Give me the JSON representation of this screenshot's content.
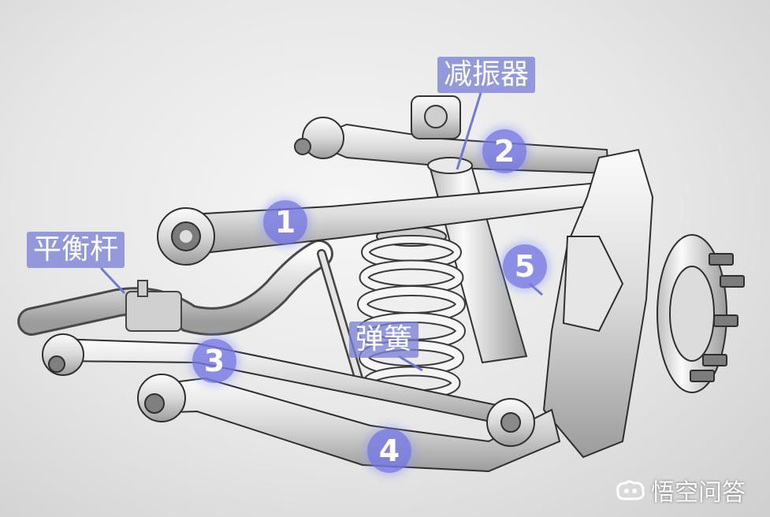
{
  "labels": {
    "shock_absorber": "减振器",
    "stabilizer_bar": "平衡杆",
    "spring": "弹簧"
  },
  "badges": [
    "1",
    "2",
    "3",
    "4",
    "5"
  ],
  "watermark": {
    "text": "悟空问答"
  },
  "colors": {
    "label_bg": "#7b81d7",
    "badge_bg": "#7678e2",
    "metal_light": "#f2f2f2",
    "metal_dark": "#3a3a3a"
  }
}
